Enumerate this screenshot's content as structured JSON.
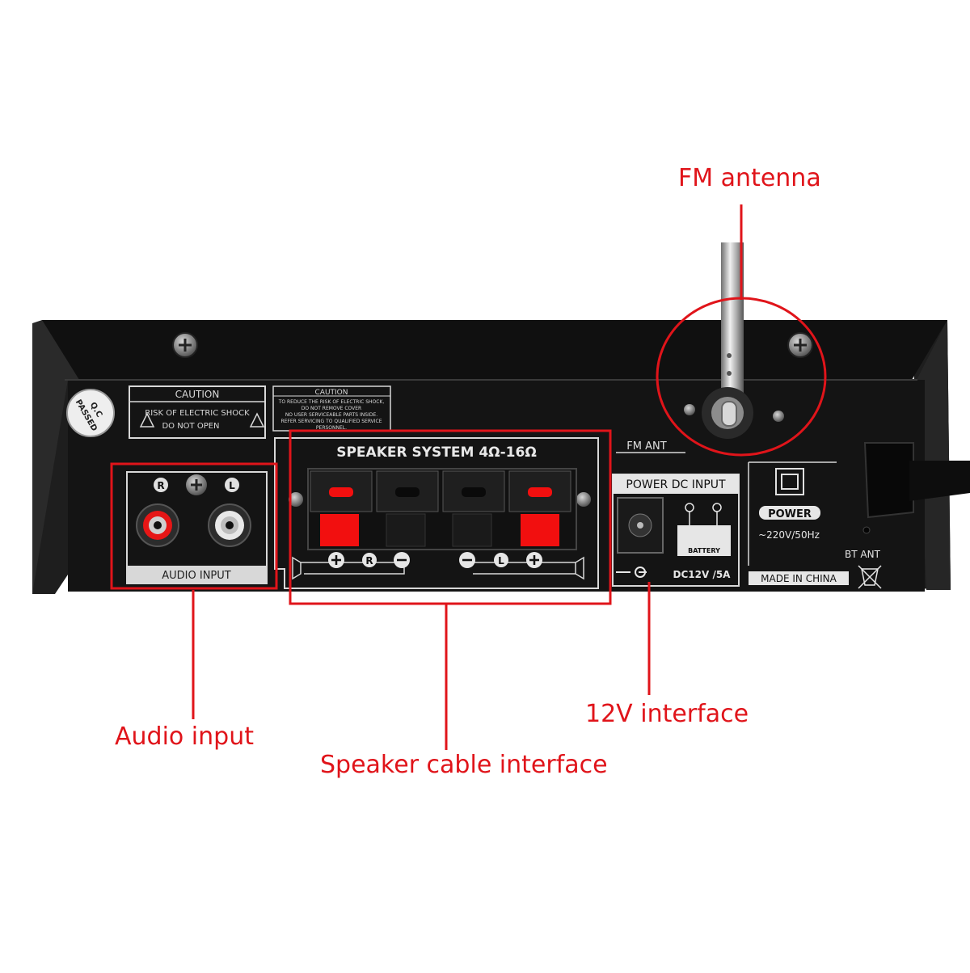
{
  "colors": {
    "callout": "#e0141a",
    "panel": "#141414",
    "panel_edge": "#3a3a3a",
    "print": "#d8d8d8",
    "terminal_red": "#f20f0f",
    "rca_red": "#e61616",
    "background": "#ffffff"
  },
  "callouts": {
    "fm_antenna": "FM antenna",
    "audio_input": "Audio input",
    "speaker_cable": "Speaker cable interface",
    "v12_interface": "12V interface"
  },
  "device": {
    "qc_sticker": {
      "line1": "Q.C",
      "line2": "PASSED"
    },
    "caution_left": {
      "title": "CAUTION",
      "line1": "RISK OF ELECTRIC SHOCK",
      "line2": "DO NOT OPEN"
    },
    "caution_right": {
      "title": "CAUTION",
      "lines": [
        "TO REDUCE THE RISK OF ELECTRIC SHOCK,",
        "DO NOT REMOVE COVER",
        "NO USER SERVICEABLE PARTS INSIDE.",
        "REFER SERVICING TO QUALIFIED SERVICE",
        "PERSONNEL."
      ]
    },
    "audio_input": {
      "right_mark": "R",
      "left_mark": "L",
      "label": "AUDIO INPUT"
    },
    "speaker_system": {
      "title": "SPEAKER SYSTEM 4Ω-16Ω",
      "right_mark": "R",
      "left_mark": "L",
      "terminal_colors": [
        "red",
        "black",
        "black",
        "red"
      ]
    },
    "fm_ant_label": "FM ANT",
    "power_dc": {
      "title": "POWER DC INPUT",
      "battery": "BATTERY",
      "rating": "DC12V /5A"
    },
    "power": {
      "label": "POWER",
      "rating": "~220V/50Hz"
    },
    "bt_ant_label": "BT ANT",
    "made_in": "MADE IN CHINA",
    "icons": [
      "screw-icon",
      "shock-warning-icon",
      "speaker-horn-icon",
      "battery-icon",
      "weee-bin-icon",
      "power-switch-icon"
    ]
  }
}
